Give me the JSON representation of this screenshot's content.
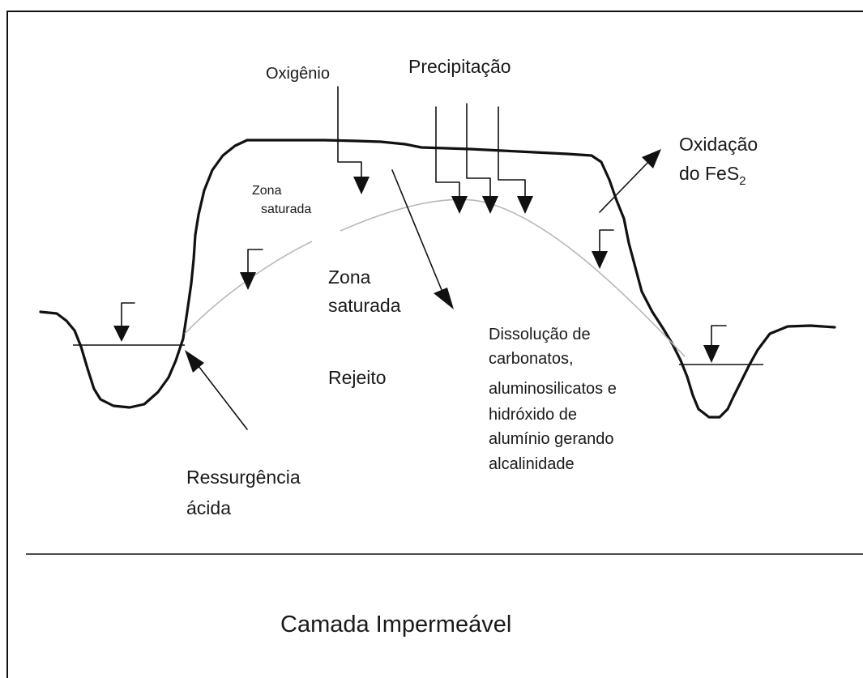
{
  "labels": {
    "oxigenio": "Oxigênio",
    "precipitacao": "Precipitação",
    "oxidacao_line1": "Oxidação",
    "oxidacao_line2_prefix": "do FeS",
    "oxidacao_subscript": "2",
    "zona_saturada_small_1": "Zona",
    "zona_saturada_small_2": "saturada",
    "zona_saturada_1": "Zona",
    "zona_saturada_2": "saturada",
    "rejeito": "Rejeito",
    "dissolucao": [
      "Dissolução de",
      "carbonatos,",
      "aluminosilicatos e",
      "hidróxido de",
      "alumínio gerando",
      "alcalinidade"
    ],
    "ressurgencia_1": "Ressurgência",
    "ressurgencia_2": "ácida",
    "camada": "Camada Impermeável"
  },
  "colors": {
    "ink": "#111111",
    "water_table": "#b8b8b8",
    "background": "#ffffff"
  }
}
